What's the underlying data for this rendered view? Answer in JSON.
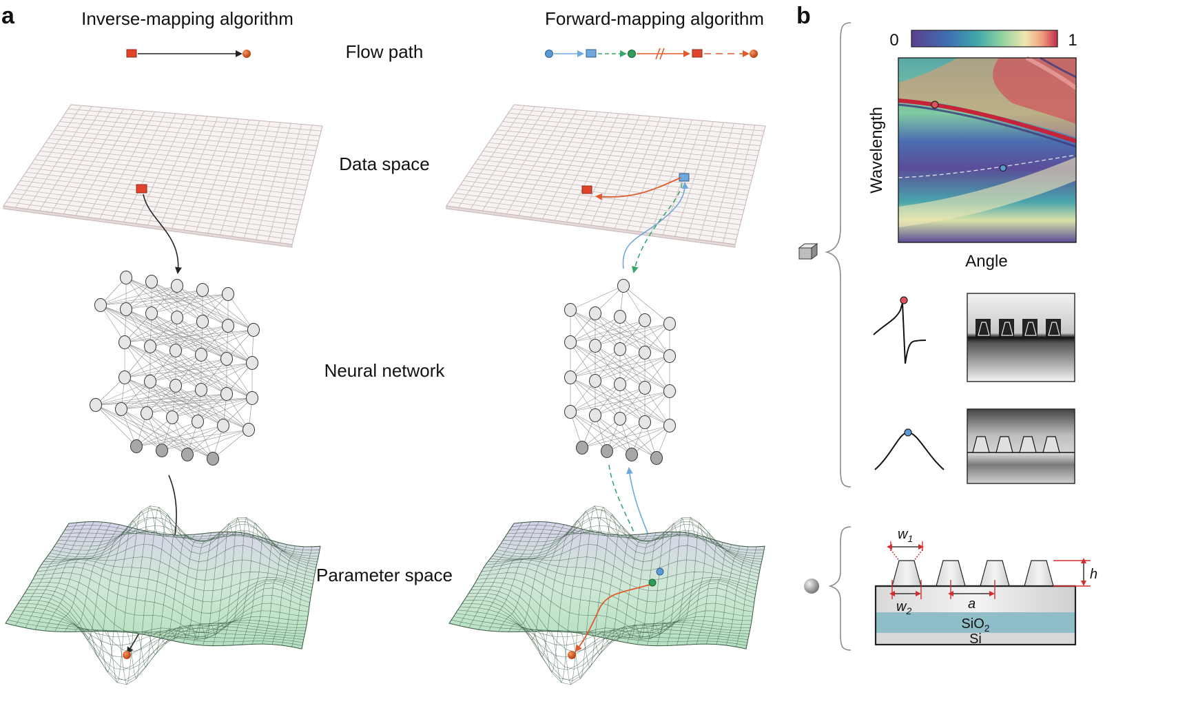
{
  "panels": {
    "a": "a",
    "b": "b"
  },
  "headings": {
    "inverse": "Inverse-mapping algorithm",
    "forward": "Forward-mapping algorithm"
  },
  "row_labels": {
    "flow": "Flow path",
    "data": "Data space",
    "network": "Neural network",
    "parameter": "Parameter space"
  },
  "colormap": {
    "min": "0",
    "max": "1"
  },
  "map_axes": {
    "y": "Wavelength",
    "x": "Angle"
  },
  "structure": {
    "w1": "w",
    "w1_sub": "1",
    "w2": "w",
    "w2_sub": "2",
    "h": "h",
    "a": "a",
    "sio2": "SiO",
    "sio2_sub": "2",
    "si": "Si"
  },
  "colors": {
    "data_cube": "#e0452c",
    "blue_cube": "#5b9bd5",
    "green_node": "#2e9e5a",
    "orange_path": "#e05a2b",
    "blue_path": "#6fa8dc",
    "green_path": "#3aa56b",
    "node_fill": "#e6e6e6",
    "node_dark": "#a8a8a8",
    "grid_line": "#c9b7b7",
    "landscape": "#bfe3c9",
    "sio2_band": "#8fbdc8"
  }
}
